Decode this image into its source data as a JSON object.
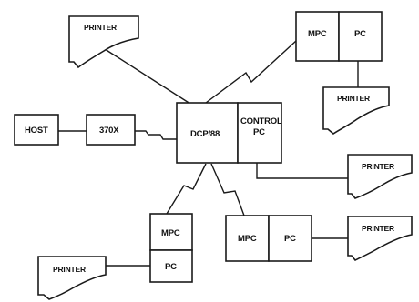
{
  "nodes": {
    "printer_top_left": "PRINTER",
    "mpc_top_right": "MPC",
    "pc_top_right": "PC",
    "printer_right_upper": "PRINTER",
    "host": "HOST",
    "controller_370x": "370X",
    "dcp88": "DCP/88",
    "control_pc_line1": "CONTROL",
    "control_pc_line2": "PC",
    "printer_right_middle": "PRINTER",
    "mpc_bottom_middle": "MPC",
    "pc_bottom_middle": "PC",
    "printer_bottom_right": "PRINTER",
    "mpc_bottom_left": "MPC",
    "pc_bottom_left": "PC",
    "printer_bottom_left": "PRINTER"
  }
}
